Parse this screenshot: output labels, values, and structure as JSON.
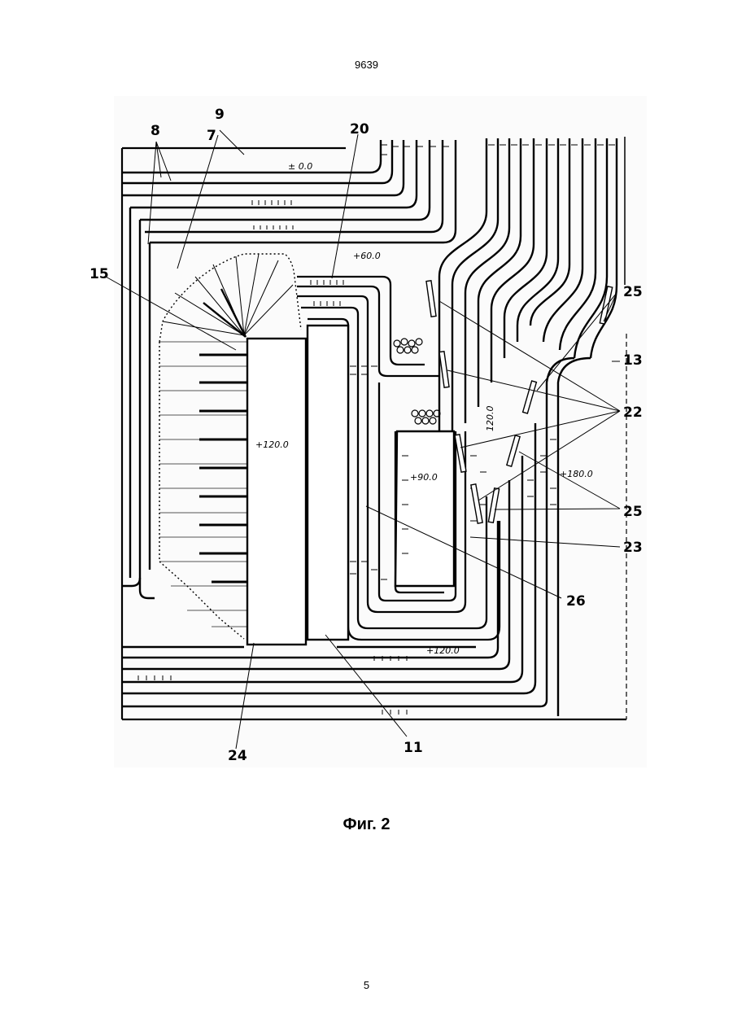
{
  "document": {
    "header_number": "9639",
    "caption": "Фиг. 2",
    "page_number": "5"
  },
  "figure": {
    "callouts": [
      "8",
      "9",
      "7",
      "20",
      "15",
      "25",
      "13",
      "22",
      "25",
      "23",
      "26",
      "24",
      "11"
    ],
    "elevations": [
      "± 0.0",
      "+60.0",
      "+120.0",
      "+90.0",
      "120.0",
      "+180.0",
      "+120.0"
    ]
  }
}
